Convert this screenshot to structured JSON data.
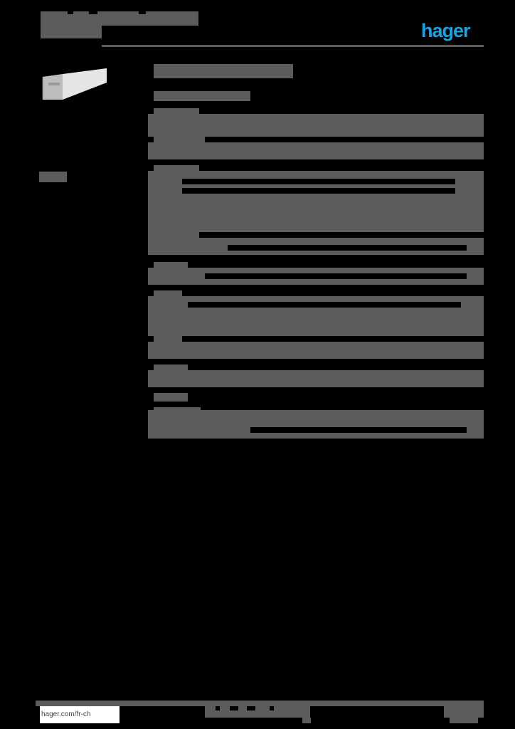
{
  "document": {
    "type": "product datasheet",
    "brand": "hager",
    "brand_color": "#1aa3e0",
    "text_redacted": true,
    "redaction_color": "#5b5c5b"
  },
  "header": {
    "logo_text": "hager"
  },
  "product": {
    "image_icon": "cable-trunking-image"
  },
  "sections": [
    {
      "name": "section-1",
      "rows": 2
    },
    {
      "name": "section-2",
      "rows": 5
    },
    {
      "name": "section-3",
      "rows": 2
    },
    {
      "name": "section-4",
      "rows": 1
    },
    {
      "name": "section-5",
      "rows": 4
    },
    {
      "name": "section-6",
      "rows": 1
    },
    {
      "name": "section-7",
      "rows": 3
    }
  ],
  "footer": {
    "url": "hager.com/fr-ch"
  }
}
